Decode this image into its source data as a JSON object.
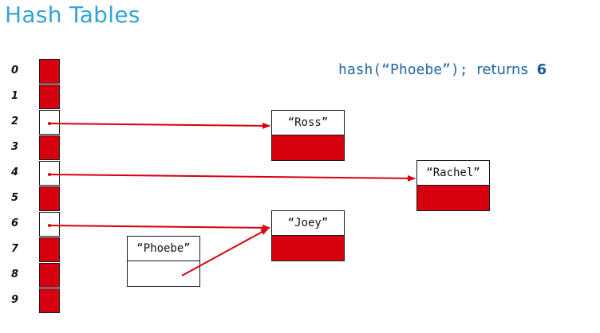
{
  "title": "Hash Tables",
  "formula": {
    "call": "hash(“Phoebe”);",
    "returns_label": "returns",
    "returns_value": "6"
  },
  "table": {
    "indices": [
      "0",
      "1",
      "2",
      "3",
      "4",
      "5",
      "6",
      "7",
      "8",
      "9"
    ],
    "occupied": [
      false,
      false,
      true,
      false,
      true,
      false,
      true,
      false,
      false,
      false
    ]
  },
  "nodes": {
    "ross": "“Ross”",
    "rachel": "“Rachel”",
    "joey": "“Joey”",
    "phoebe": "“Phoebe”"
  },
  "colors": {
    "accent": "#d7000f",
    "title": "#34a3d8",
    "formula": "#2266aa"
  }
}
